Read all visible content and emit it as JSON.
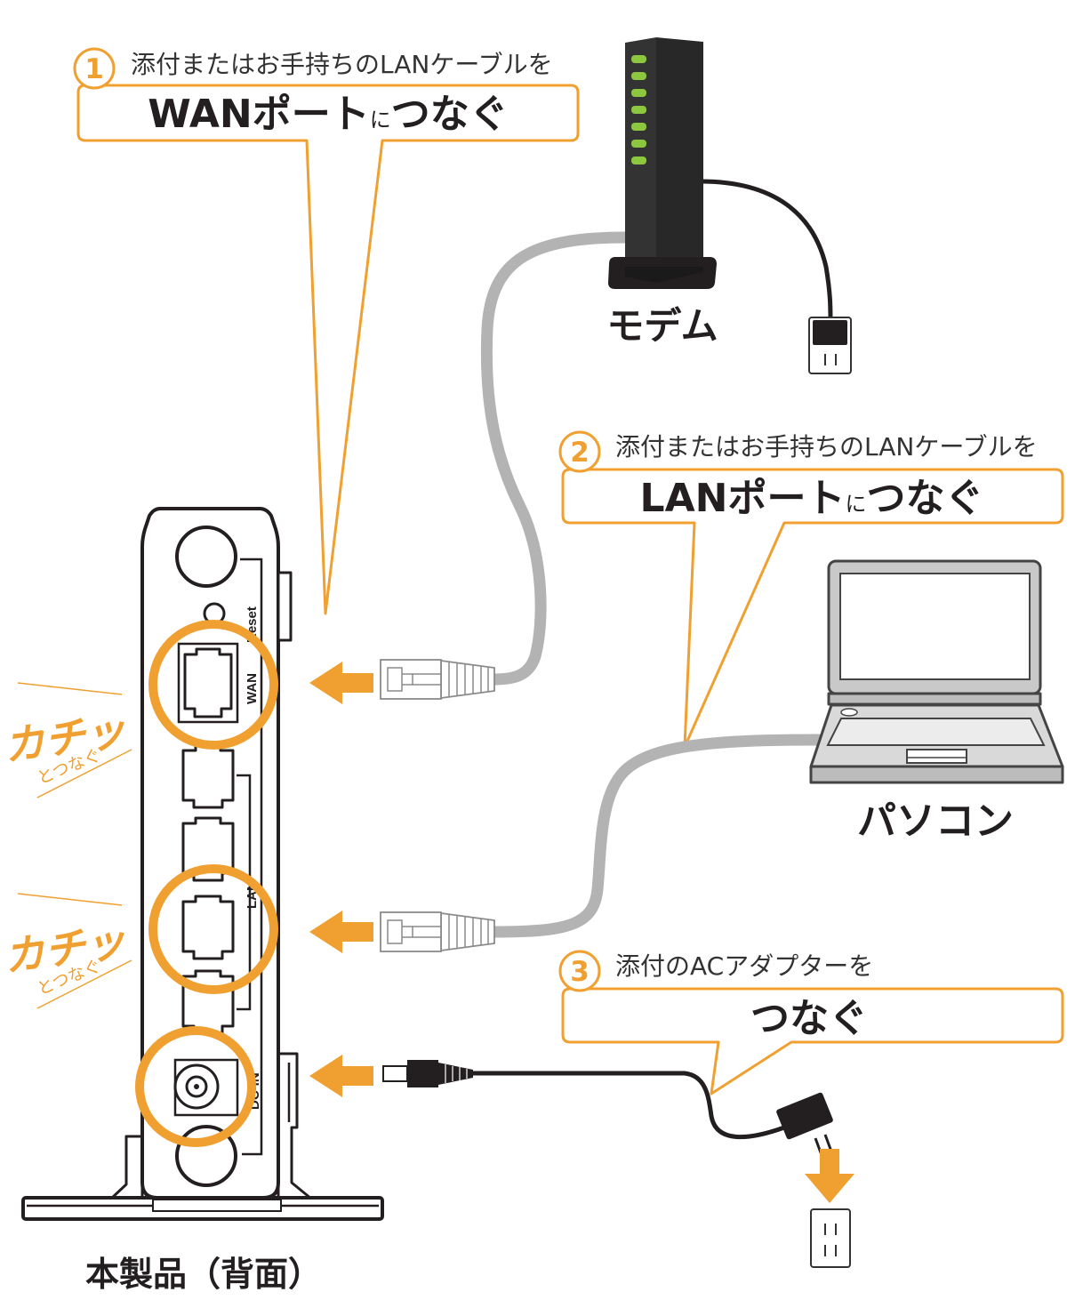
{
  "steps": [
    {
      "number": "1",
      "intro": "添付またはお手持ちのLANケーブルを",
      "action_main": "WANポート",
      "action_particle": "に",
      "action_verb": "つなぐ"
    },
    {
      "number": "2",
      "intro": "添付またはお手持ちのLANケーブルを",
      "action_main": "LANポート",
      "action_particle": "に",
      "action_verb": "つなぐ"
    },
    {
      "number": "3",
      "intro": "添付のACアダプターを",
      "action_verb": "つなぐ"
    }
  ],
  "devices": {
    "modem": "モデム",
    "pc": "パソコン",
    "router": "本製品（背面）"
  },
  "router_port_labels": {
    "reset": "Reset",
    "wan": "WAN",
    "lan": "LAN",
    "dc_in": "DC-IN"
  },
  "click_notes": [
    {
      "main": "カチッ",
      "sub": "とつなぐ"
    },
    {
      "main": "カチッ",
      "sub": "とつなぐ"
    }
  ],
  "colors": {
    "accent": "#f0a030",
    "lan_cable": "#b3b3b3",
    "modem_led": "#8dc63f",
    "ink": "#231f20"
  }
}
